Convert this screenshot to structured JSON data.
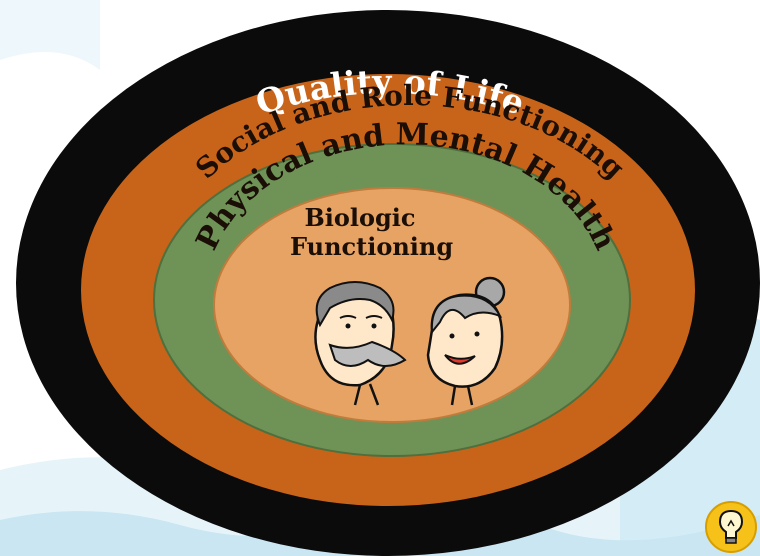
{
  "diagram": {
    "rings": [
      {
        "id": "outer",
        "label": "Quality of Life",
        "color": "#0b0b0b",
        "text_color": "#ffffff"
      },
      {
        "id": "social",
        "label": "Social and Role Functioning",
        "color": "#c8641a",
        "text_color": "#1a0e06"
      },
      {
        "id": "physical",
        "label": "Physical and Mental Health",
        "color": "#6f9257",
        "text_color": "#1a0e06"
      },
      {
        "id": "inner",
        "label_line1": "Biologic",
        "label_line2": "Functioning",
        "color": "#e7a363",
        "text_color": "#1a0e06"
      }
    ],
    "illustration": "elderly-couple-faces",
    "corner_icon": "lightbulb-icon"
  },
  "colors": {
    "background_wave": "#dff1f8",
    "wave_accent": "#bfe3f0",
    "bulb_circle": "#f6c21a"
  }
}
